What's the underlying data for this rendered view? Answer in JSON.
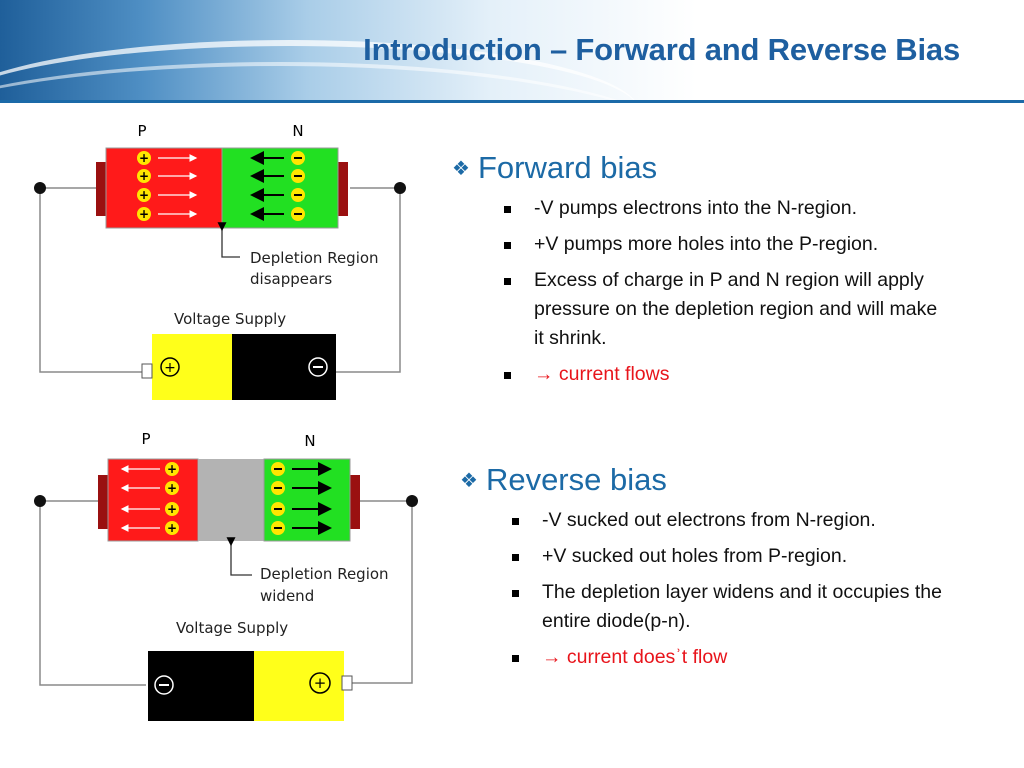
{
  "slide": {
    "title": "Introduction – Forward and Reverse Bias",
    "colors": {
      "title": "#1e5fa0",
      "heading": "#1c6aa6",
      "highlight": "#e8141b",
      "p_region": "#ff1a1a",
      "n_region": "#22e022",
      "depletion": "#b3b3b3",
      "battery_pos": "#ffff1a"
    }
  },
  "forward": {
    "heading_icon": "diamond-bullet-icon",
    "heading": "Forward bias",
    "points": [
      "-V pumps electrons into the N-region.",
      "+V pumps more holes into the P-region.",
      "Excess of charge in P and N region will apply pressure on the depletion region and will make it shrink.",
      "→ current flows"
    ],
    "diagram": {
      "p_label": "P",
      "n_label": "N",
      "depletion_label_1": "Depletion Region",
      "depletion_label_2": "disappears",
      "voltage_label": "Voltage Supply",
      "plus": "+",
      "minus": "−"
    }
  },
  "reverse": {
    "heading_icon": "diamond-bullet-icon",
    "heading": "Reverse bias",
    "points": [
      "-V sucked out electrons from N-region.",
      "+V sucked out holes from P-region.",
      "The depletion layer widens and it occupies the entire diode(p-n).",
      "→ current doesʾt flow"
    ],
    "diagram": {
      "p_label": "P",
      "n_label": "N",
      "depletion_label_1": "Depletion Region",
      "depletion_label_2": "widend",
      "voltage_label": "Voltage Supply",
      "plus": "+",
      "minus": "−"
    }
  }
}
